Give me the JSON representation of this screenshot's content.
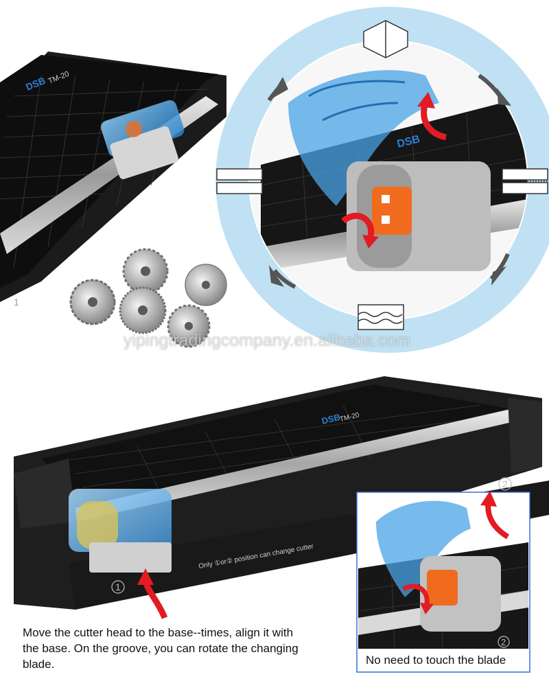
{
  "watermark": "yipingtradingcompany.en.alibaba.com",
  "device": {
    "brand": "DSB",
    "model": "TM-20",
    "position_note": "Only ①or② position can change cutter",
    "position_1": "1",
    "position_2": "2"
  },
  "captions": {
    "main": "Move the cutter head to the base--times, align it with the base. On the groove, you can rotate the changing blade.",
    "inset": "No need to touch the blade"
  },
  "cut_types": [
    "fold-line",
    "straight-cut",
    "perforated-cut",
    "wavy-cut"
  ],
  "colors": {
    "circle_bg": "#bfe1f3",
    "device_body": "#1a1a1a",
    "blue_cover": "#4aa3e6",
    "orange_hub": "#f06b1e",
    "arrow_red": "#e31b23"
  }
}
